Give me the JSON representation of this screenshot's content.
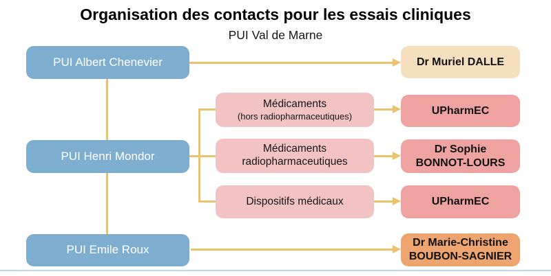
{
  "title": "Organisation des contacts pour les essais cliniques",
  "subtitle": "PUI Val de Marne",
  "colors": {
    "blue": "#7EAECF",
    "pink-light": "#F3C3C3",
    "pink": "#EFA3A1",
    "cream": "#F6DFBF",
    "orange": "#EEA46F",
    "connector": "#E9C46A",
    "bottom-rule": "#BFD8E8"
  },
  "left_column": {
    "albert_chenevier": "PUI Albert Chenevier",
    "henri_mondor": "PUI Henri Mondor",
    "emile_roux": "PUI Emile Roux"
  },
  "middle_column": {
    "medicaments": {
      "line1": "Médicaments",
      "line2": "(hors radiopharmaceutiques)"
    },
    "medicaments_radio": {
      "line1": "Médicaments",
      "line2": "radiopharmaceutiques"
    },
    "dispositifs": "Dispositifs médicaux"
  },
  "right_column": {
    "muriel_dalle": "Dr Muriel DALLE",
    "upharmec_1": "UPharmEC",
    "sophie_bonnot": {
      "line1": "Dr Sophie",
      "line2": "BONNOT-LOURS"
    },
    "upharmec_2": "UPharmEC",
    "marie_christine": {
      "line1": "Dr Marie-Christine",
      "line2": "BOUBON-SAGNIER"
    }
  }
}
